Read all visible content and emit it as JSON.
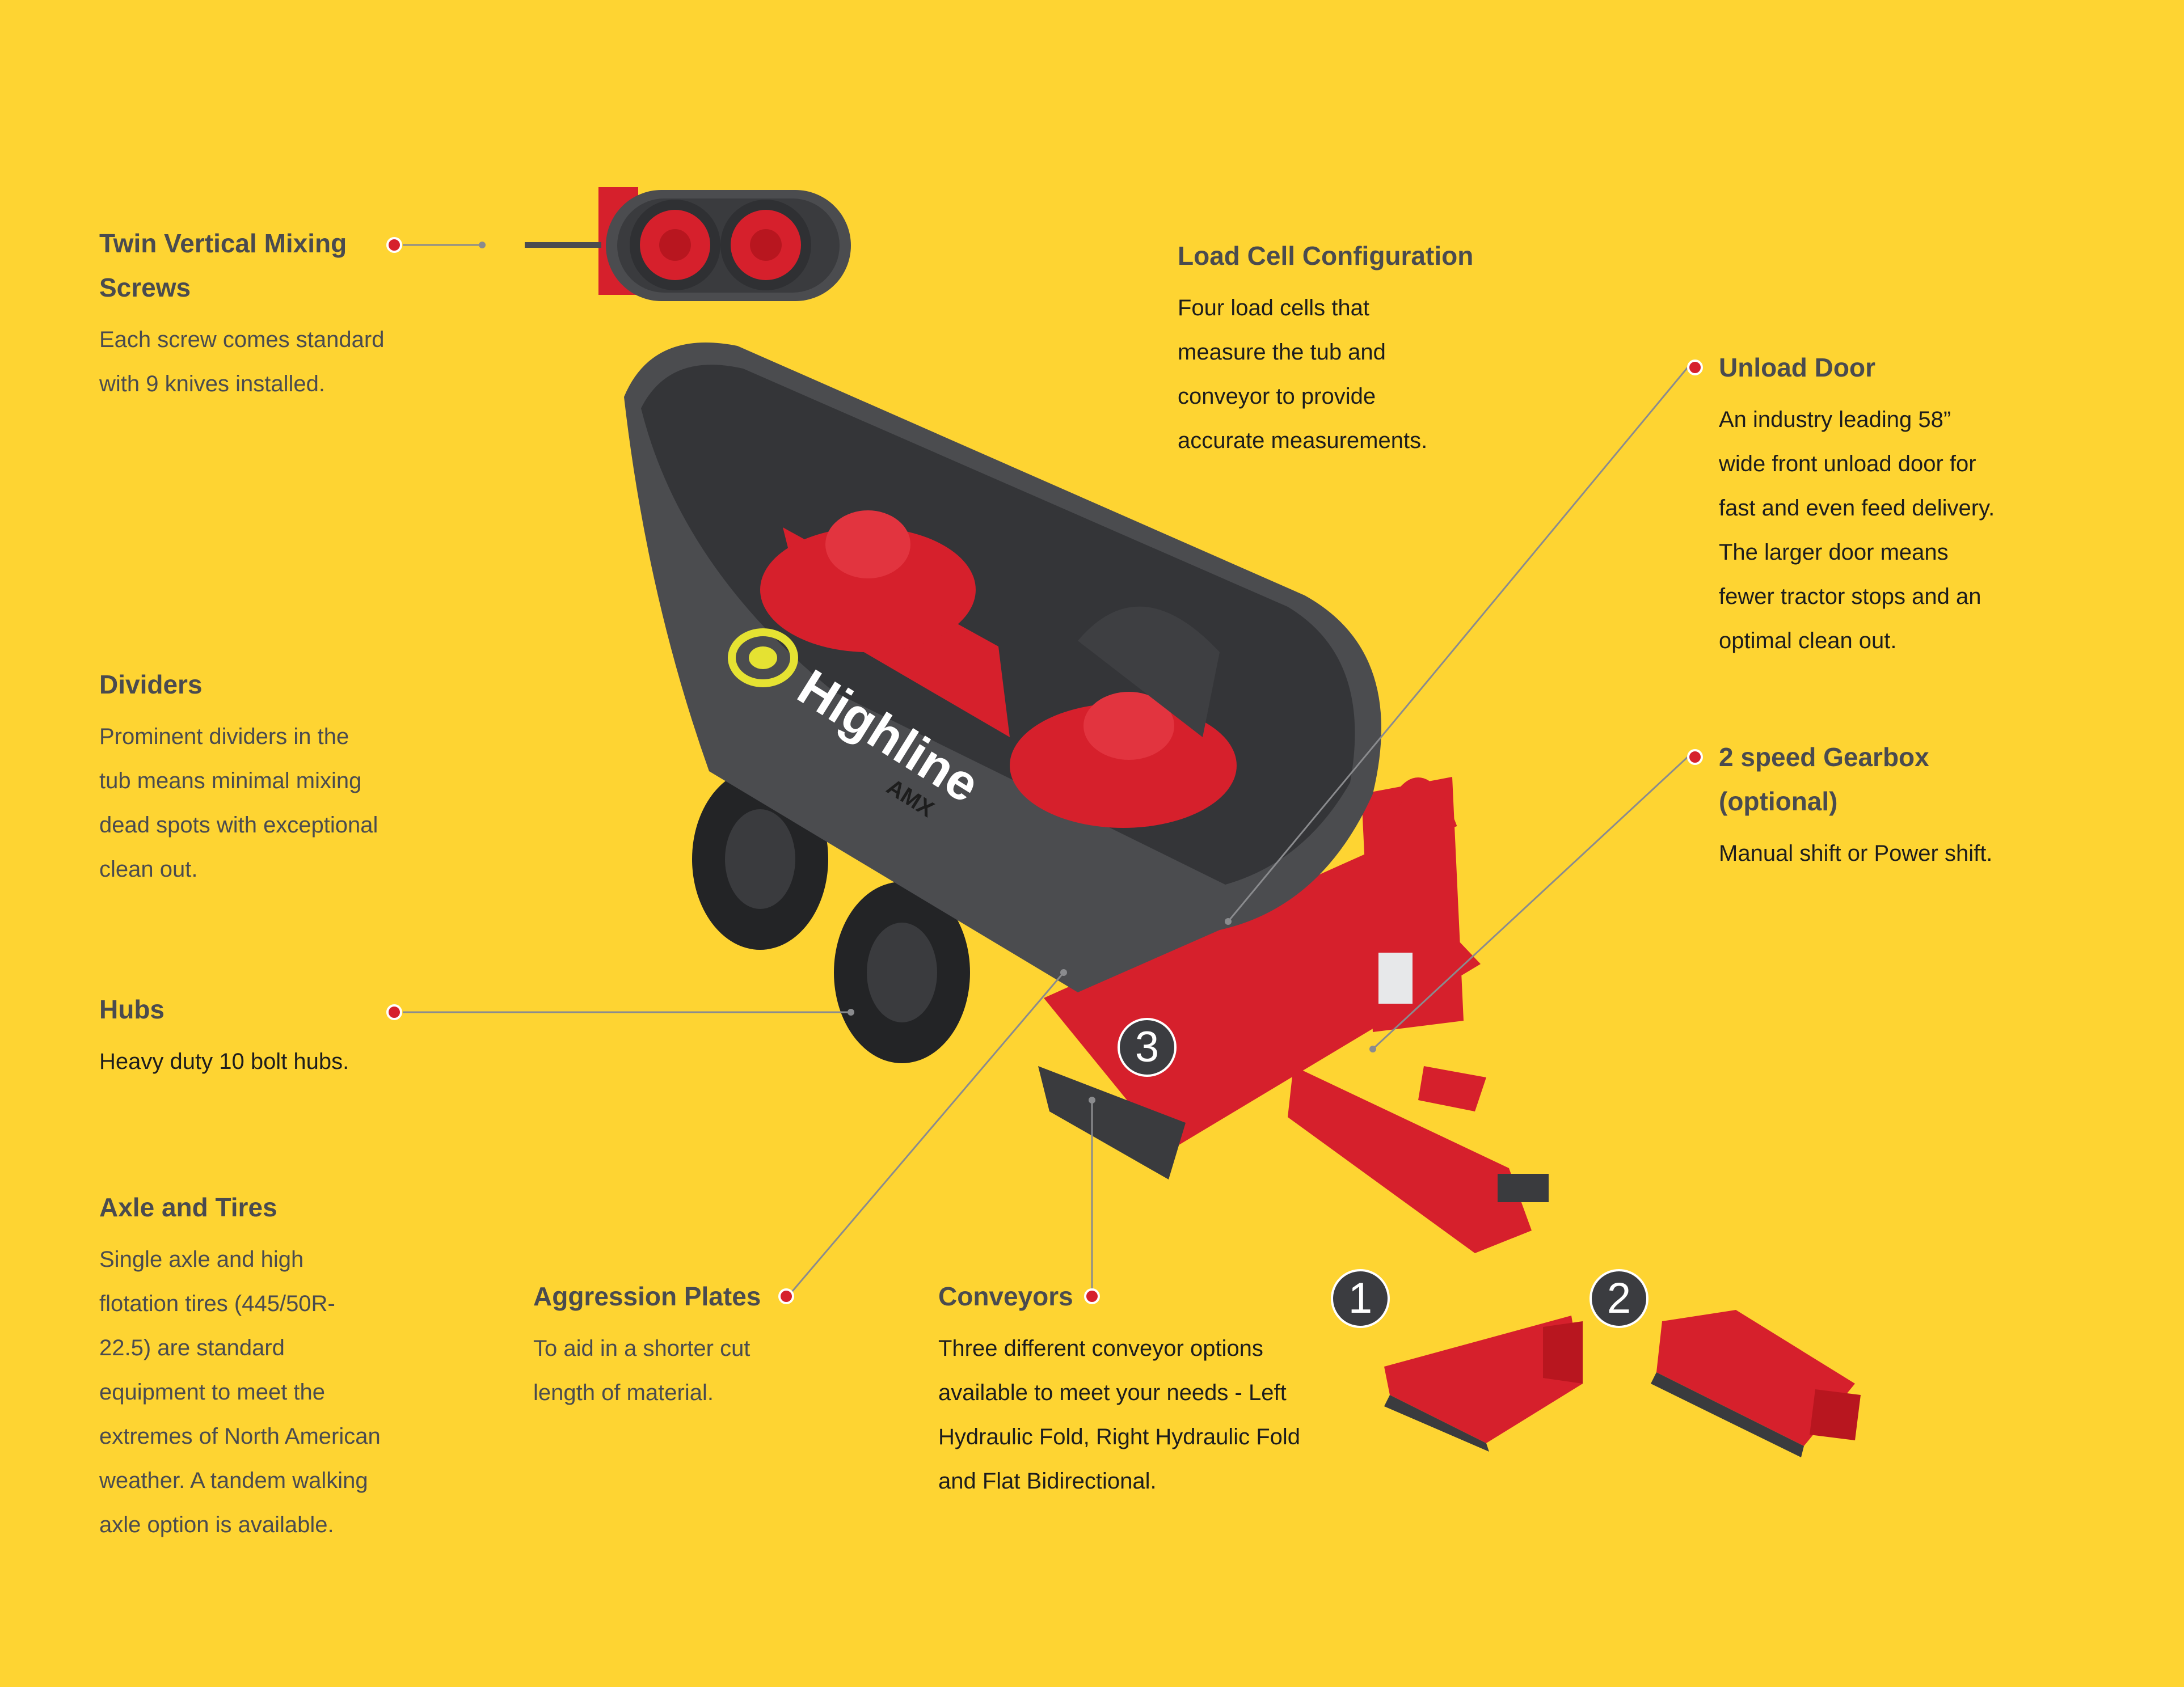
{
  "brand": {
    "name": "Highline",
    "model": "AMX"
  },
  "colors": {
    "background": "#FED432",
    "accent_red": "#D6202C",
    "text": "#4A4B4F",
    "tub_gray": "#4B4C4F",
    "badge_gray": "#3B3C40"
  },
  "callouts": {
    "mixing_screws": {
      "title_line1": "Twin Vertical Mixing",
      "title_line2": "Screws",
      "body": [
        "Each screw comes standard",
        "with 9 knives installed."
      ]
    },
    "dividers": {
      "title": "Dividers",
      "body": [
        "Prominent dividers in the",
        "tub means minimal mixing",
        "dead spots with exceptional",
        "clean out."
      ]
    },
    "hubs": {
      "title": "Hubs",
      "body": [
        "Heavy duty 10 bolt hubs."
      ]
    },
    "axle_tires": {
      "title": "Axle and Tires",
      "body": [
        "Single axle and high",
        "flotation tires (445/50R-",
        "22.5) are standard",
        "equipment to meet the",
        "extremes of North American",
        "weather. A tandem walking",
        "axle option is available."
      ]
    },
    "load_cell": {
      "title": "Load Cell Configuration",
      "body": [
        "Four load cells that",
        "measure the tub and",
        "conveyor to provide",
        "accurate measurements."
      ]
    },
    "unload_door": {
      "title": "Unload Door",
      "body": [
        "An industry leading 58”",
        "wide front unload door for",
        "fast and even feed delivery.",
        "The larger door means",
        "fewer tractor stops and an",
        "optimal clean out."
      ]
    },
    "gearbox": {
      "title_line1": "2 speed Gearbox",
      "title_line2": "(optional)",
      "body": [
        "Manual shift or Power shift."
      ]
    },
    "aggression_plates": {
      "title": "Aggression Plates",
      "body": [
        "To aid in a shorter cut",
        "length of material."
      ]
    },
    "conveyors": {
      "title": "Conveyors",
      "body": [
        "Three different conveyor options",
        "available to meet your needs - Left",
        "Hydraulic Fold, Right Hydraulic Fold",
        "and Flat Bidirectional."
      ]
    }
  },
  "conveyor_badges": [
    "1",
    "2",
    "3"
  ]
}
